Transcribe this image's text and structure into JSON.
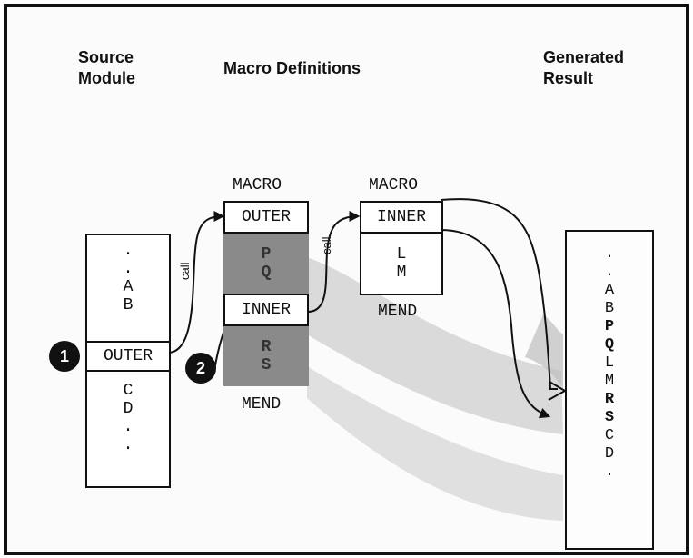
{
  "headings": {
    "source": "Source\nModule",
    "macro_defs": "Macro Definitions",
    "generated": "Generated\nResult"
  },
  "source_module": {
    "top": [
      ".",
      ".",
      "A",
      "B"
    ],
    "outer": "OUTER",
    "bottom": [
      "C",
      "D",
      ".",
      "."
    ]
  },
  "outer_macro": {
    "keyword": "MACRO",
    "name": "OUTER",
    "body_upper": [
      "P",
      "Q"
    ],
    "inner_call": "INNER",
    "body_lower": [
      "R",
      "S"
    ],
    "end": "MEND"
  },
  "inner_macro": {
    "keyword": "MACRO",
    "name": "INNER",
    "body": [
      "L",
      "M"
    ],
    "end": "MEND"
  },
  "generated": {
    "lines": [
      ".",
      ".",
      "A",
      "B",
      "P",
      "Q",
      "L",
      "M",
      "R",
      "S",
      "C",
      "D",
      "."
    ]
  },
  "arrows": {
    "call_label": "call"
  },
  "badges": {
    "one": "1",
    "two": "2"
  },
  "colors": {
    "ink": "#111111",
    "shade": "#8a8a8a",
    "sweep": "#c9c9c9"
  }
}
